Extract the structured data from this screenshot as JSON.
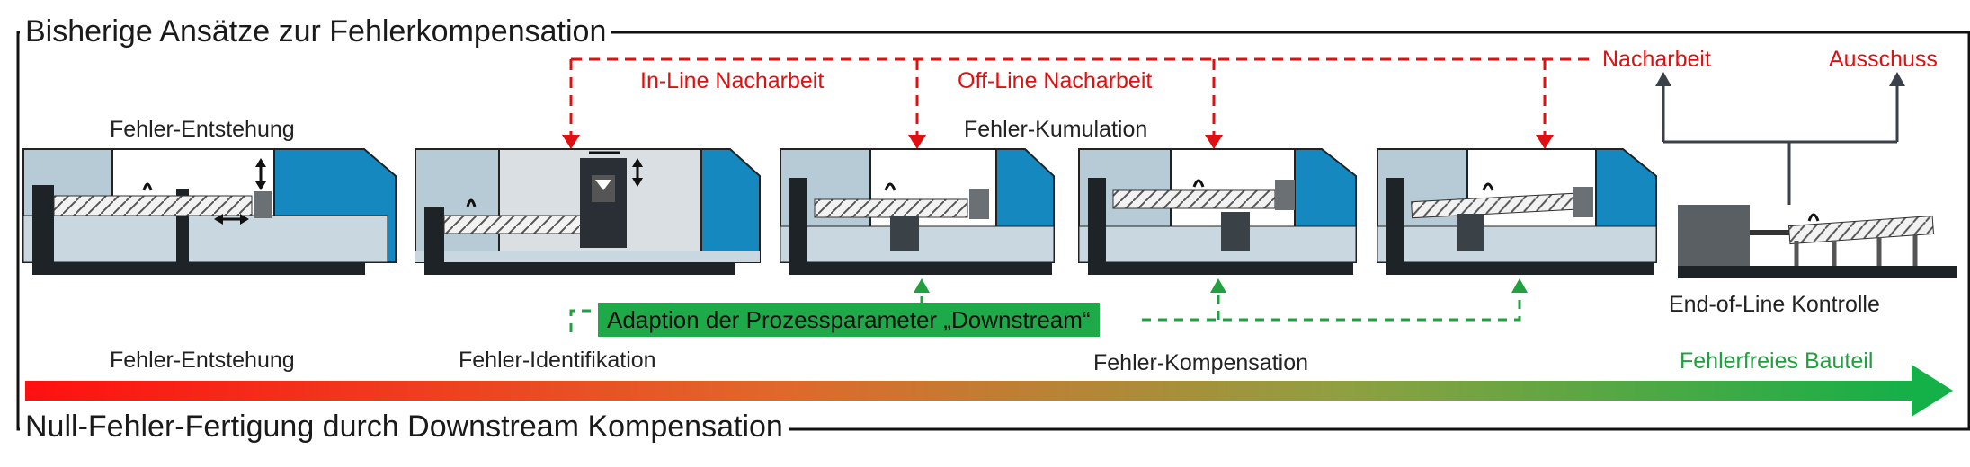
{
  "frame": {
    "top_title": "Bisherige Ansätze zur Fehlerkompensation",
    "bottom_title": "Null-Fehler-Fertigung durch Downstream Kompensation"
  },
  "top_labels": {
    "fehler_entstehung": "Fehler-Entstehung",
    "inline": "In-Line Nacharbeit",
    "offline": "Off-Line Nacharbeit",
    "kumulation": "Fehler-Kumulation",
    "nacharbeit": "Nacharbeit",
    "ausschuss": "Ausschuss"
  },
  "adaption": "Adaption der Prozessparameter „Downstream“",
  "eol": "End-of-Line Kontrolle",
  "stages": {
    "entstehung": "Fehler-Entstehung",
    "identifikation": "Fehler-Identifikation",
    "kompensation": "Fehler-Kompensation",
    "fehlerfrei": "Fehlerfreies Bauteil"
  },
  "colors": {
    "red": "#e01010",
    "green": "#21a040",
    "machine_blue": "#1588c0",
    "machine_gray": "#b6cbd6",
    "dark": "#1e2328"
  }
}
